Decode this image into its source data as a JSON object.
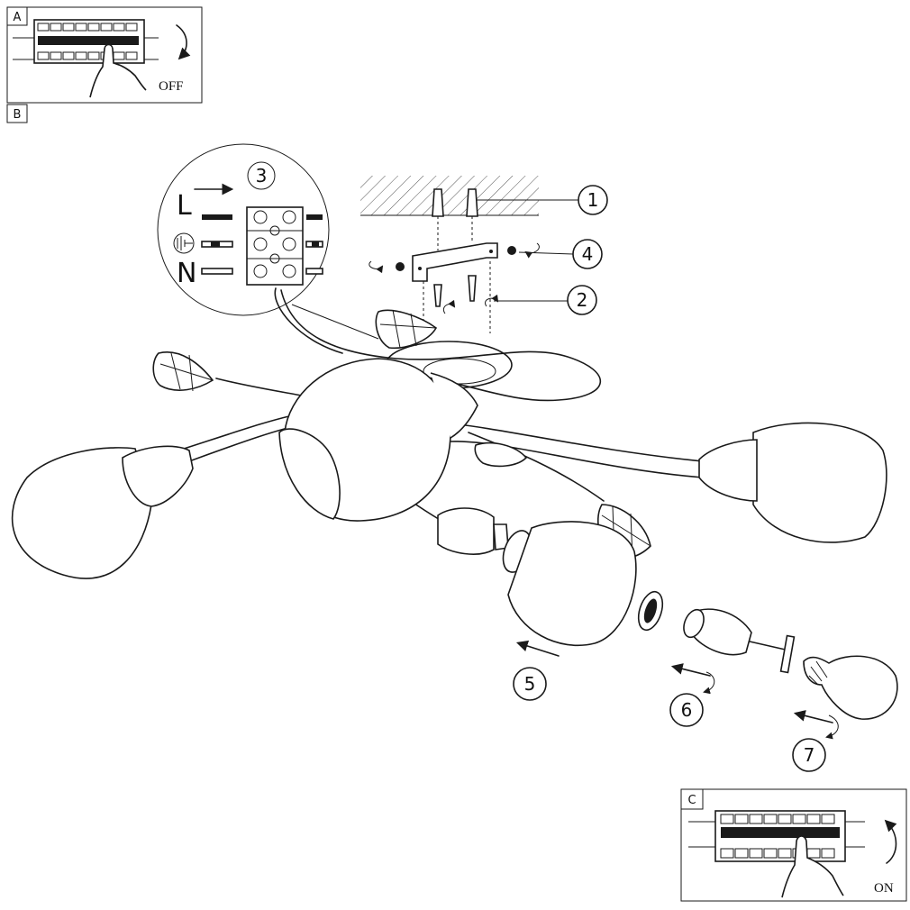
{
  "panels": {
    "A": {
      "letter": "A",
      "action": "OFF"
    },
    "B": {
      "letter": "B"
    },
    "C": {
      "letter": "C",
      "action": "ON"
    }
  },
  "wiring": {
    "step": "3",
    "live_label": "L",
    "neutral_label": "N",
    "earth_symbol": "earth-symbol"
  },
  "steps": [
    "1",
    "2",
    "4",
    "5",
    "6",
    "7"
  ]
}
